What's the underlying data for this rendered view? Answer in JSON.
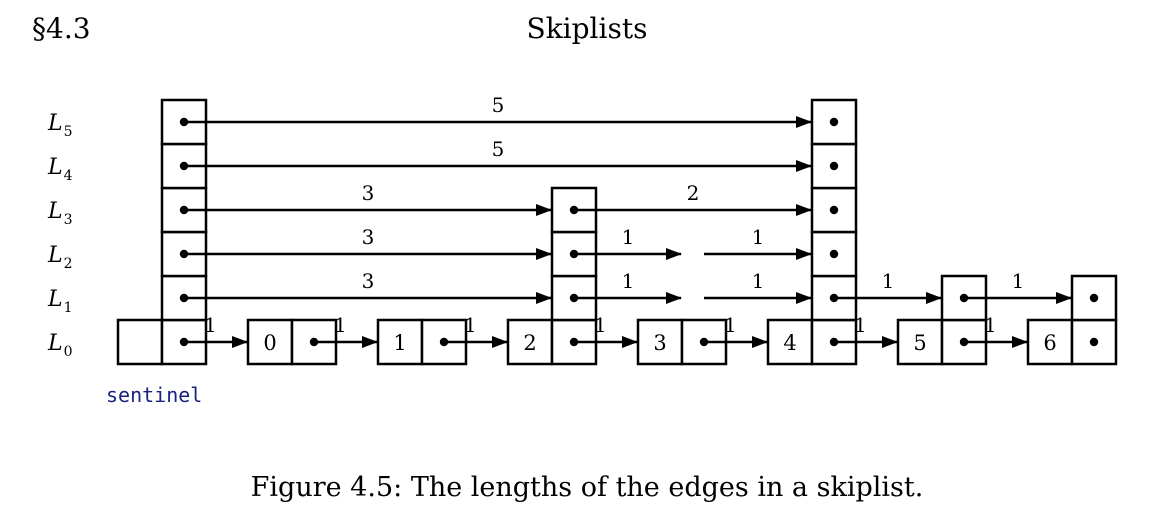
{
  "header": {
    "section": "§4.3",
    "title": "Skiplists"
  },
  "caption": {
    "label": "Figure 4.5:",
    "text": "The lengths of the edges in a skiplist."
  },
  "diagram": {
    "sentinel_label": "sentinel",
    "level_prefix": "L",
    "levels": [
      "5",
      "4",
      "3",
      "2",
      "1",
      "0"
    ],
    "nodes": [
      {
        "value": "0",
        "height": 1
      },
      {
        "value": "1",
        "height": 1
      },
      {
        "value": "2",
        "height": 4
      },
      {
        "value": "3",
        "height": 1
      },
      {
        "value": "4",
        "height": 6
      },
      {
        "value": "5",
        "height": 2
      },
      {
        "value": "6",
        "height": 2
      }
    ],
    "edges": [
      {
        "level": 5,
        "from": -1,
        "to": 4,
        "length": "5"
      },
      {
        "level": 4,
        "from": -1,
        "to": 4,
        "length": "5"
      },
      {
        "level": 3,
        "from": -1,
        "to": 2,
        "length": "3"
      },
      {
        "level": 3,
        "from": 2,
        "to": 4,
        "length": "2"
      },
      {
        "level": 2,
        "from": -1,
        "to": 2,
        "length": "3"
      },
      {
        "level": 2,
        "from": 2,
        "to": 3,
        "length": "1"
      },
      {
        "level": 2,
        "from": 3,
        "to": 4,
        "length": "1"
      },
      {
        "level": 1,
        "from": -1,
        "to": 2,
        "length": "3"
      },
      {
        "level": 1,
        "from": 2,
        "to": 3,
        "length": "1"
      },
      {
        "level": 1,
        "from": 3,
        "to": 4,
        "length": "1"
      },
      {
        "level": 1,
        "from": 4,
        "to": 5,
        "length": "1"
      },
      {
        "level": 1,
        "from": 5,
        "to": 6,
        "length": "1"
      },
      {
        "level": 0,
        "from": -1,
        "to": 0,
        "length": "1"
      },
      {
        "level": 0,
        "from": 0,
        "to": 1,
        "length": "1"
      },
      {
        "level": 0,
        "from": 1,
        "to": 2,
        "length": "1"
      },
      {
        "level": 0,
        "from": 2,
        "to": 3,
        "length": "1"
      },
      {
        "level": 0,
        "from": 3,
        "to": 4,
        "length": "1"
      },
      {
        "level": 0,
        "from": 4,
        "to": 5,
        "length": "1"
      },
      {
        "level": 0,
        "from": 5,
        "to": 6,
        "length": "1"
      }
    ]
  }
}
